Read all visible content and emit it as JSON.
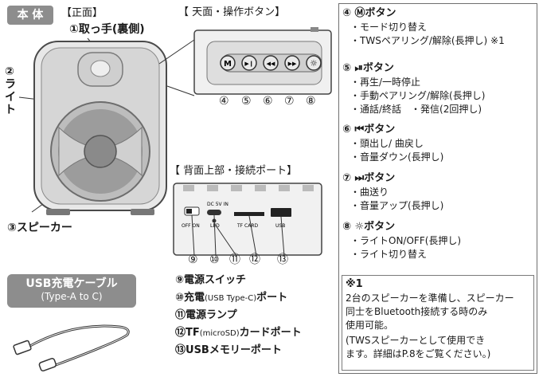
{
  "front": {
    "badge": "本 体",
    "view_label": "【正面】",
    "handle_label": "①取っ手(裏側)",
    "light_label": "②ライト",
    "speaker_label": "③スピーカー"
  },
  "top_panel": {
    "title": "【 天面・操作ボタン】",
    "button_glyphs": [
      "M",
      "▶❙",
      "◀◀",
      "▶▶",
      "☼"
    ],
    "numbers": [
      "④",
      "⑤",
      "⑥",
      "⑦",
      "⑧"
    ]
  },
  "back_panel": {
    "title": "【 背面上部・接続ポート】",
    "dc_label": "DC 5V IN",
    "off_on": "OFF ON",
    "led": "LED",
    "tf_card": "TF CARD",
    "usb": "USB",
    "numbers": [
      "⑨",
      "⑩",
      "⑪",
      "⑫",
      "⑬"
    ]
  },
  "legend": [
    {
      "num": "⑨",
      "text": "電源スイッチ",
      "small": ""
    },
    {
      "num": "⑩",
      "text": "充電",
      "small": "(USB Type-C)",
      "tail": "ポート"
    },
    {
      "num": "⑪",
      "text": "電源ランプ",
      "small": ""
    },
    {
      "num": "⑫",
      "text": "TF",
      "small": "(microSD)",
      "tail": "カードポート"
    },
    {
      "num": "⑬",
      "text": "USBメモリーポート",
      "small": ""
    }
  ],
  "cable": {
    "title": "USB充電ケーブル",
    "subtitle": "(Type-A to C)"
  },
  "right": {
    "s4": {
      "head": "④ Ⓜボタン",
      "lines": [
        "・モード切り替え",
        "・TWSペアリング/解除(長押し) ※1"
      ]
    },
    "s5": {
      "head": "⑤ ⏯ボタン",
      "lines": [
        "・再生/一時停止",
        "・手動ペアリング/解除(長押し)",
        "・通話/終話　・発信(2回押し)"
      ]
    },
    "s6": {
      "head": "⑥ ⏮ボタン",
      "lines": [
        "・頭出し/ 曲戻し",
        "・音量ダウン(長押し)"
      ]
    },
    "s7": {
      "head": "⑦ ⏭ボタン",
      "lines": [
        "・曲送り",
        "・音量アップ(長押し)"
      ]
    },
    "s8": {
      "head": "⑧ ☼ボタン",
      "lines": [
        "・ライトON/OFF(長押し)",
        "・ライト切り替え"
      ]
    },
    "note": {
      "mark": "※1",
      "lines": [
        "2台のスピーカーを準備し、スピーカー",
        "同士をBluetooth接続する時のみ",
        "使用可能。",
        "(TWSスピーカーとして使用でき",
        "ます。詳細はP.8をご覧ください。)"
      ]
    }
  }
}
